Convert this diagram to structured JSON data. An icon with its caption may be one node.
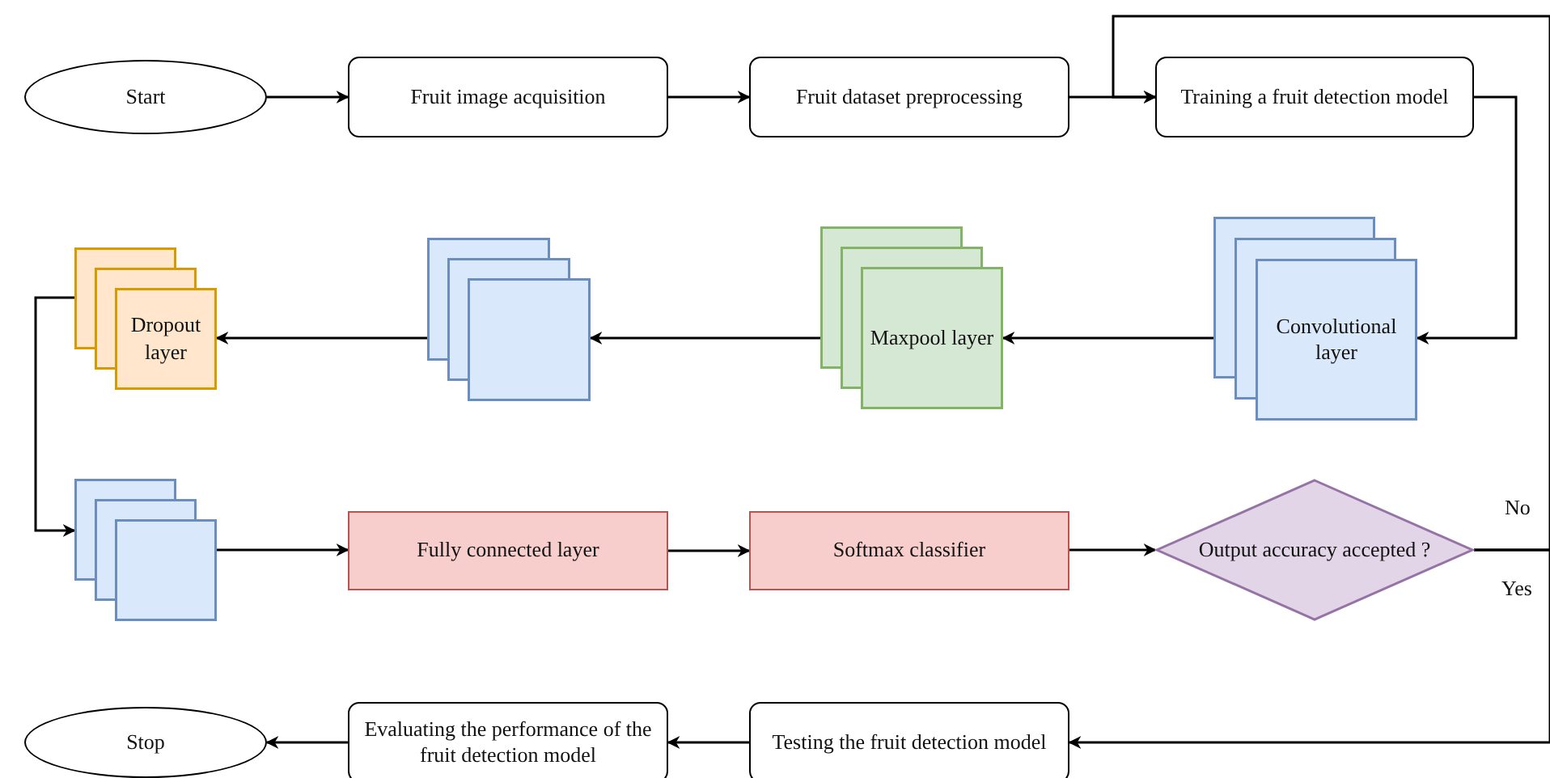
{
  "diagram": {
    "nodes": [
      {
        "text": [
          "Start"
        ]
      },
      {
        "text": [
          "Fruit image acquisition"
        ]
      },
      {
        "text": [
          "Fruit dataset preprocessing"
        ]
      },
      {
        "text": [
          "Training a fruit detection model"
        ]
      },
      {
        "text": [
          "Convolutional layer"
        ]
      },
      {
        "text": [
          "Maxpool layer"
        ]
      },
      {
        "text": [],
        "shape": "box"
      },
      {
        "text": [
          "Dropout layer"
        ]
      },
      {
        "text": [],
        "shape": "box"
      },
      {
        "text": [
          "Fully connected layer"
        ]
      },
      {
        "text": [
          "Softmax classifier"
        ]
      },
      {
        "text": [
          "Output accuracy accepted ?"
        ]
      },
      {
        "text": [
          "Testing the fruit detection model"
        ]
      },
      {
        "text": [
          "Evaluating the performance of the fruit detection model"
        ]
      },
      {
        "text": [
          "Stop"
        ]
      }
    ],
    "edges": [
      {
        "from": 0,
        "to": 1,
        "arrow": "to"
      },
      {
        "from": 1,
        "to": 2,
        "arrow": "to"
      },
      {
        "from": 2,
        "to": 3,
        "arrow": "to"
      },
      {
        "from": 3,
        "to": 4,
        "arrow": "to"
      },
      {
        "from": 4,
        "to": 5,
        "arrow": "to"
      },
      {
        "from": 5,
        "to": 6,
        "arrow": "to"
      },
      {
        "from": 6,
        "to": 7,
        "arrow": "to"
      },
      {
        "from": 7,
        "to": 8,
        "arrow": "to"
      },
      {
        "from": 8,
        "to": 9,
        "arrow": "to"
      },
      {
        "from": 9,
        "to": 10,
        "arrow": "to"
      },
      {
        "from": 10,
        "to": 11,
        "arrow": "to"
      },
      {
        "from": 11,
        "to": 3,
        "arrow": "to",
        "label": "No"
      },
      {
        "from": 11,
        "to": 12,
        "arrow": "to",
        "label": "Yes"
      },
      {
        "from": 12,
        "to": 13,
        "arrow": "to"
      },
      {
        "from": 13,
        "to": 14,
        "arrow": "to"
      }
    ]
  }
}
